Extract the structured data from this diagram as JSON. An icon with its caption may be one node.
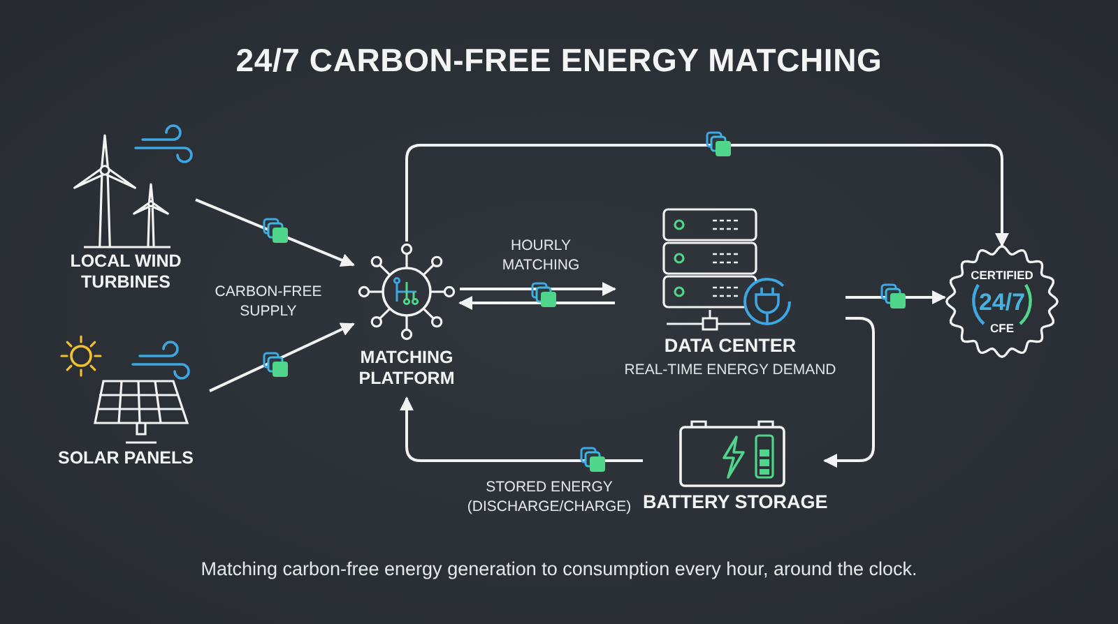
{
  "diagram": {
    "title": "24/7 CARBON-FREE ENERGY MATCHING",
    "caption": "Matching carbon-free energy generation to consumption every hour, around the clock.",
    "nodes": [
      {
        "text": [
          "LOCAL WIND TURBINES"
        ]
      },
      {
        "text": [
          "SOLAR PANELS"
        ]
      },
      {
        "text": [
          "MATCHING PLATFORM"
        ]
      },
      {
        "text": [
          "DATA CENTER",
          "REAL-TIME ENERGY DEMAND"
        ]
      },
      {
        "text": [
          "CERTIFIED",
          "24/7",
          "CFE"
        ]
      },
      {
        "text": [
          "BATTERY STORAGE"
        ]
      }
    ],
    "edges": [
      {
        "from": 0,
        "to": 2,
        "arrow": "to"
      },
      {
        "from": 1,
        "to": 2,
        "arrow": "to"
      },
      {
        "from": 2,
        "to": 3,
        "arrow": "to",
        "label": "HOURLY MATCHING"
      },
      {
        "from": 3,
        "to": 2,
        "arrow": "to"
      },
      {
        "from": 2,
        "to": 4,
        "arrow": "to"
      },
      {
        "from": 3,
        "to": 4,
        "arrow": "to"
      },
      {
        "from": 3,
        "to": 5,
        "arrow": "to"
      },
      {
        "from": 5,
        "to": 2,
        "arrow": "to",
        "label": "STORED ENERGY (DISCHARGE/CHARGE)"
      }
    ],
    "labels": [
      "CARBON-FREE SUPPLY"
    ]
  }
}
